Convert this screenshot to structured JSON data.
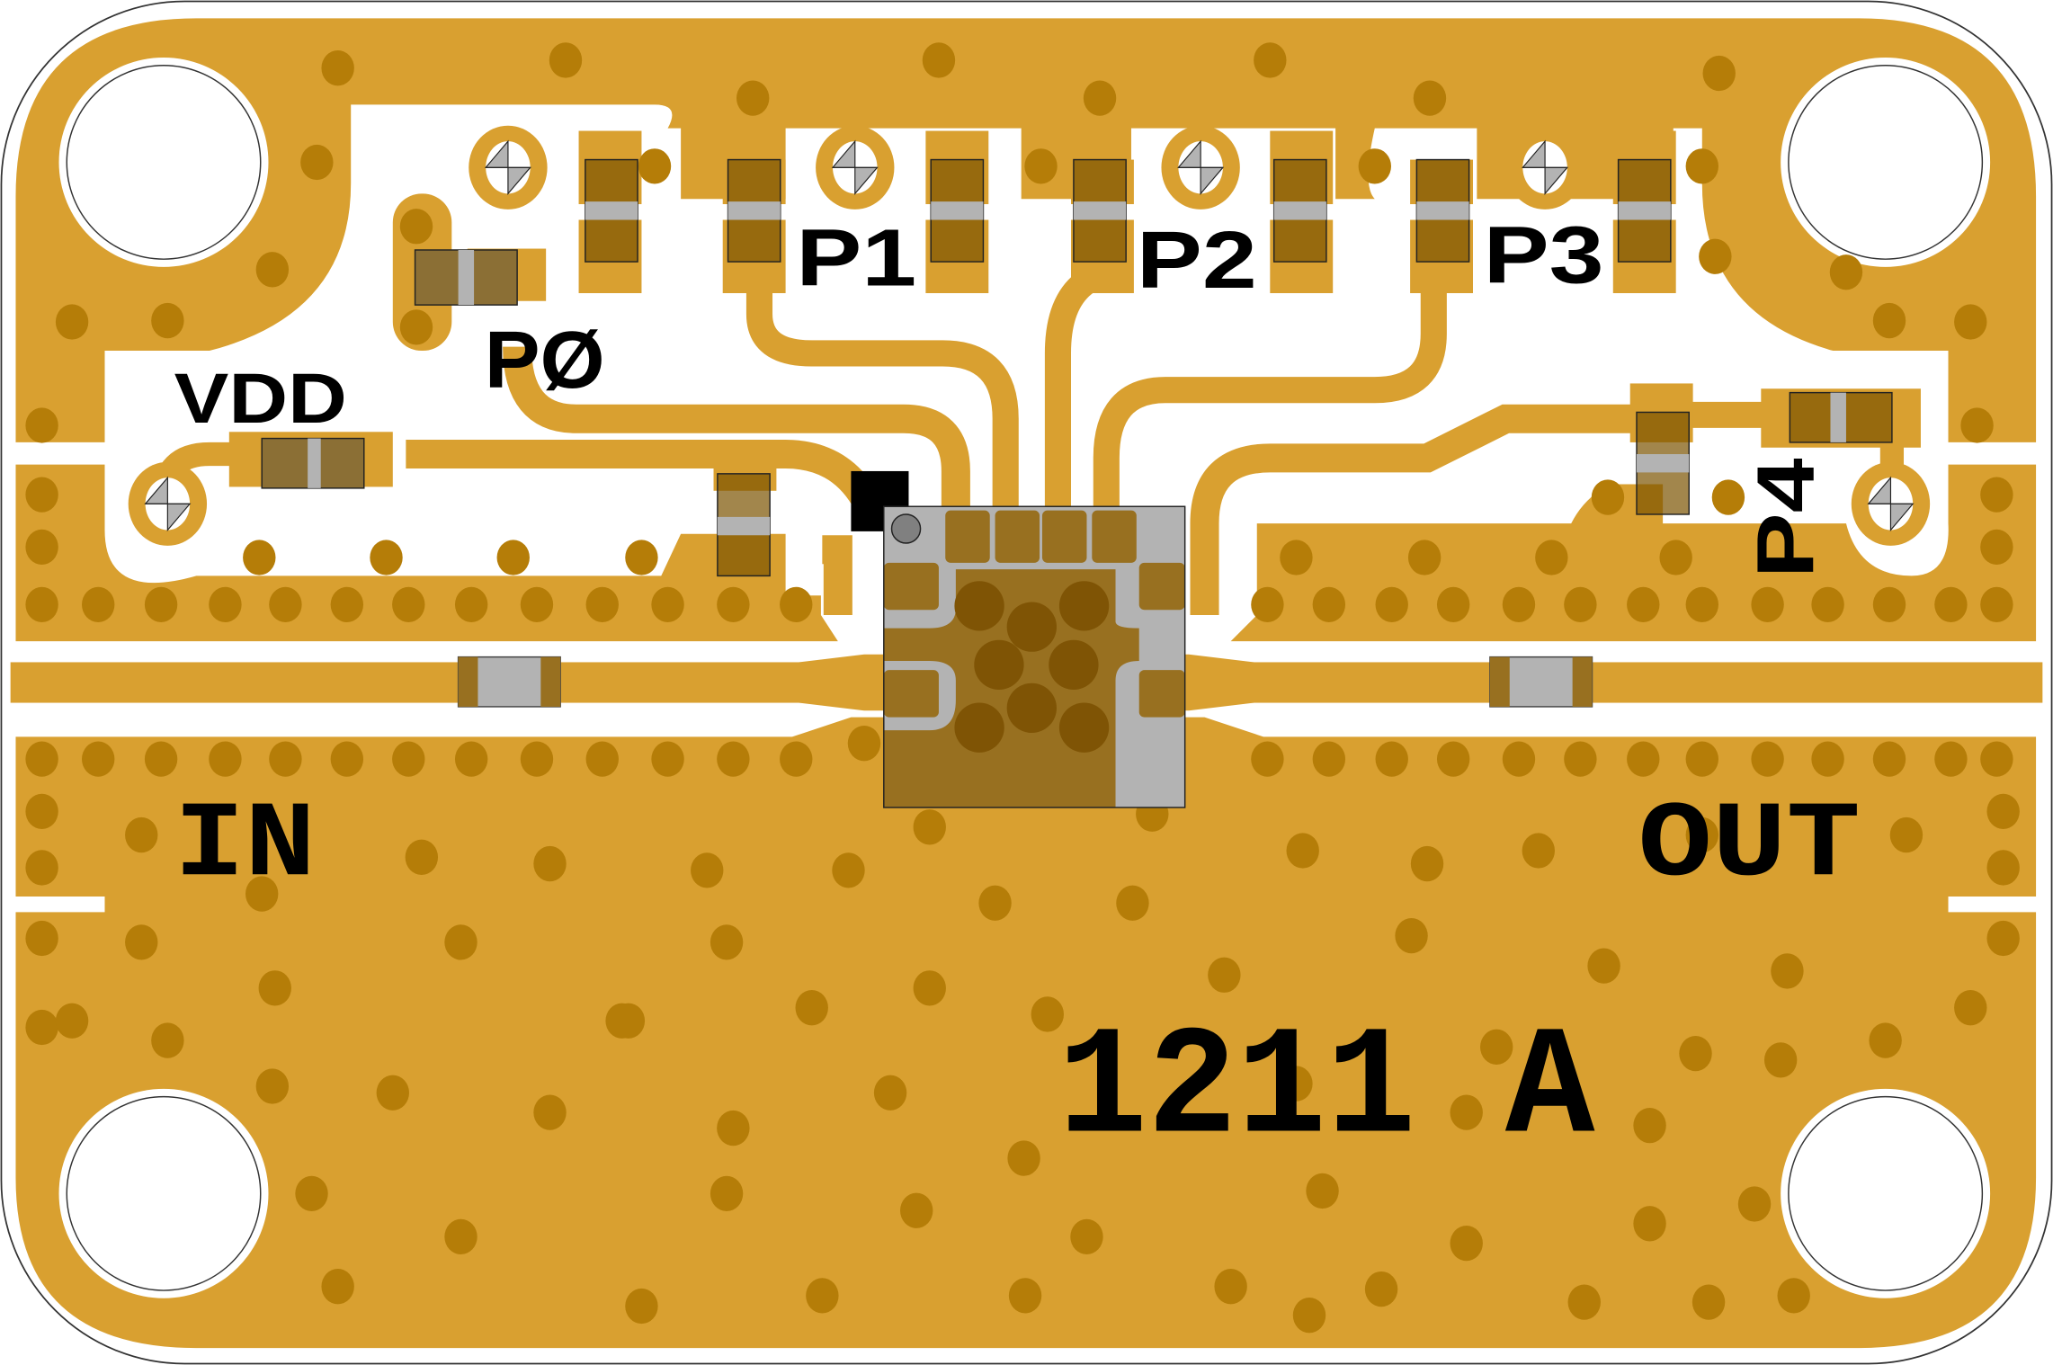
{
  "board": {
    "part_number": "1211 A",
    "colors": {
      "copper": "#D9A030",
      "via": "#B57D08",
      "component": "#987020",
      "pad_grey": "#B3B3B3",
      "silkscreen": "#000000",
      "substrate": "#FFFFFF"
    }
  },
  "labels": {
    "vdd": "VDD",
    "p0": "PØ",
    "p1": "P1",
    "p2": "P2",
    "p3": "P3",
    "p4": "P4",
    "in": "IN",
    "out": "OUT",
    "part": "1211 A"
  },
  "components": {
    "ic": "IC package (QFN)",
    "pin1_marker": "pin-1 indicator",
    "test_points": [
      "P0",
      "P1",
      "P2",
      "P3",
      "P4",
      "VDD"
    ],
    "rf_ports": [
      "IN",
      "OUT"
    ],
    "mounting_holes": 4
  }
}
